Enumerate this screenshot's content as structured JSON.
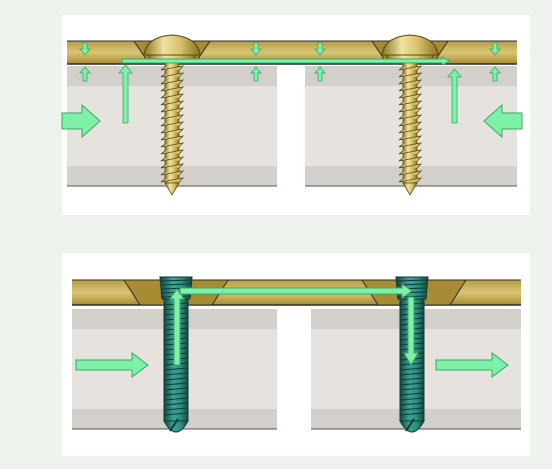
{
  "colors": {
    "background": "#eef2ed",
    "panel": "#ffffff",
    "plate": "#c9b45a",
    "plate_edge": "#2b2b2b",
    "bone_cortex": "#d8d4cf",
    "bone_marrow": "#e8e4e0",
    "screw_gold": "#c2aa45",
    "screw_gold_light": "#efe3a0",
    "screw_teal": "#2e8c7d",
    "screw_teal_dark": "#1d5e54",
    "arrow_green": "#7ff0a8",
    "arrow_green_edge": "#39a868"
  },
  "diagrams": [
    {
      "id": "compression",
      "screw_type": "conventional-screw",
      "head_style": "dome"
    },
    {
      "id": "locking",
      "screw_type": "locking-screw",
      "head_style": "threaded"
    }
  ]
}
